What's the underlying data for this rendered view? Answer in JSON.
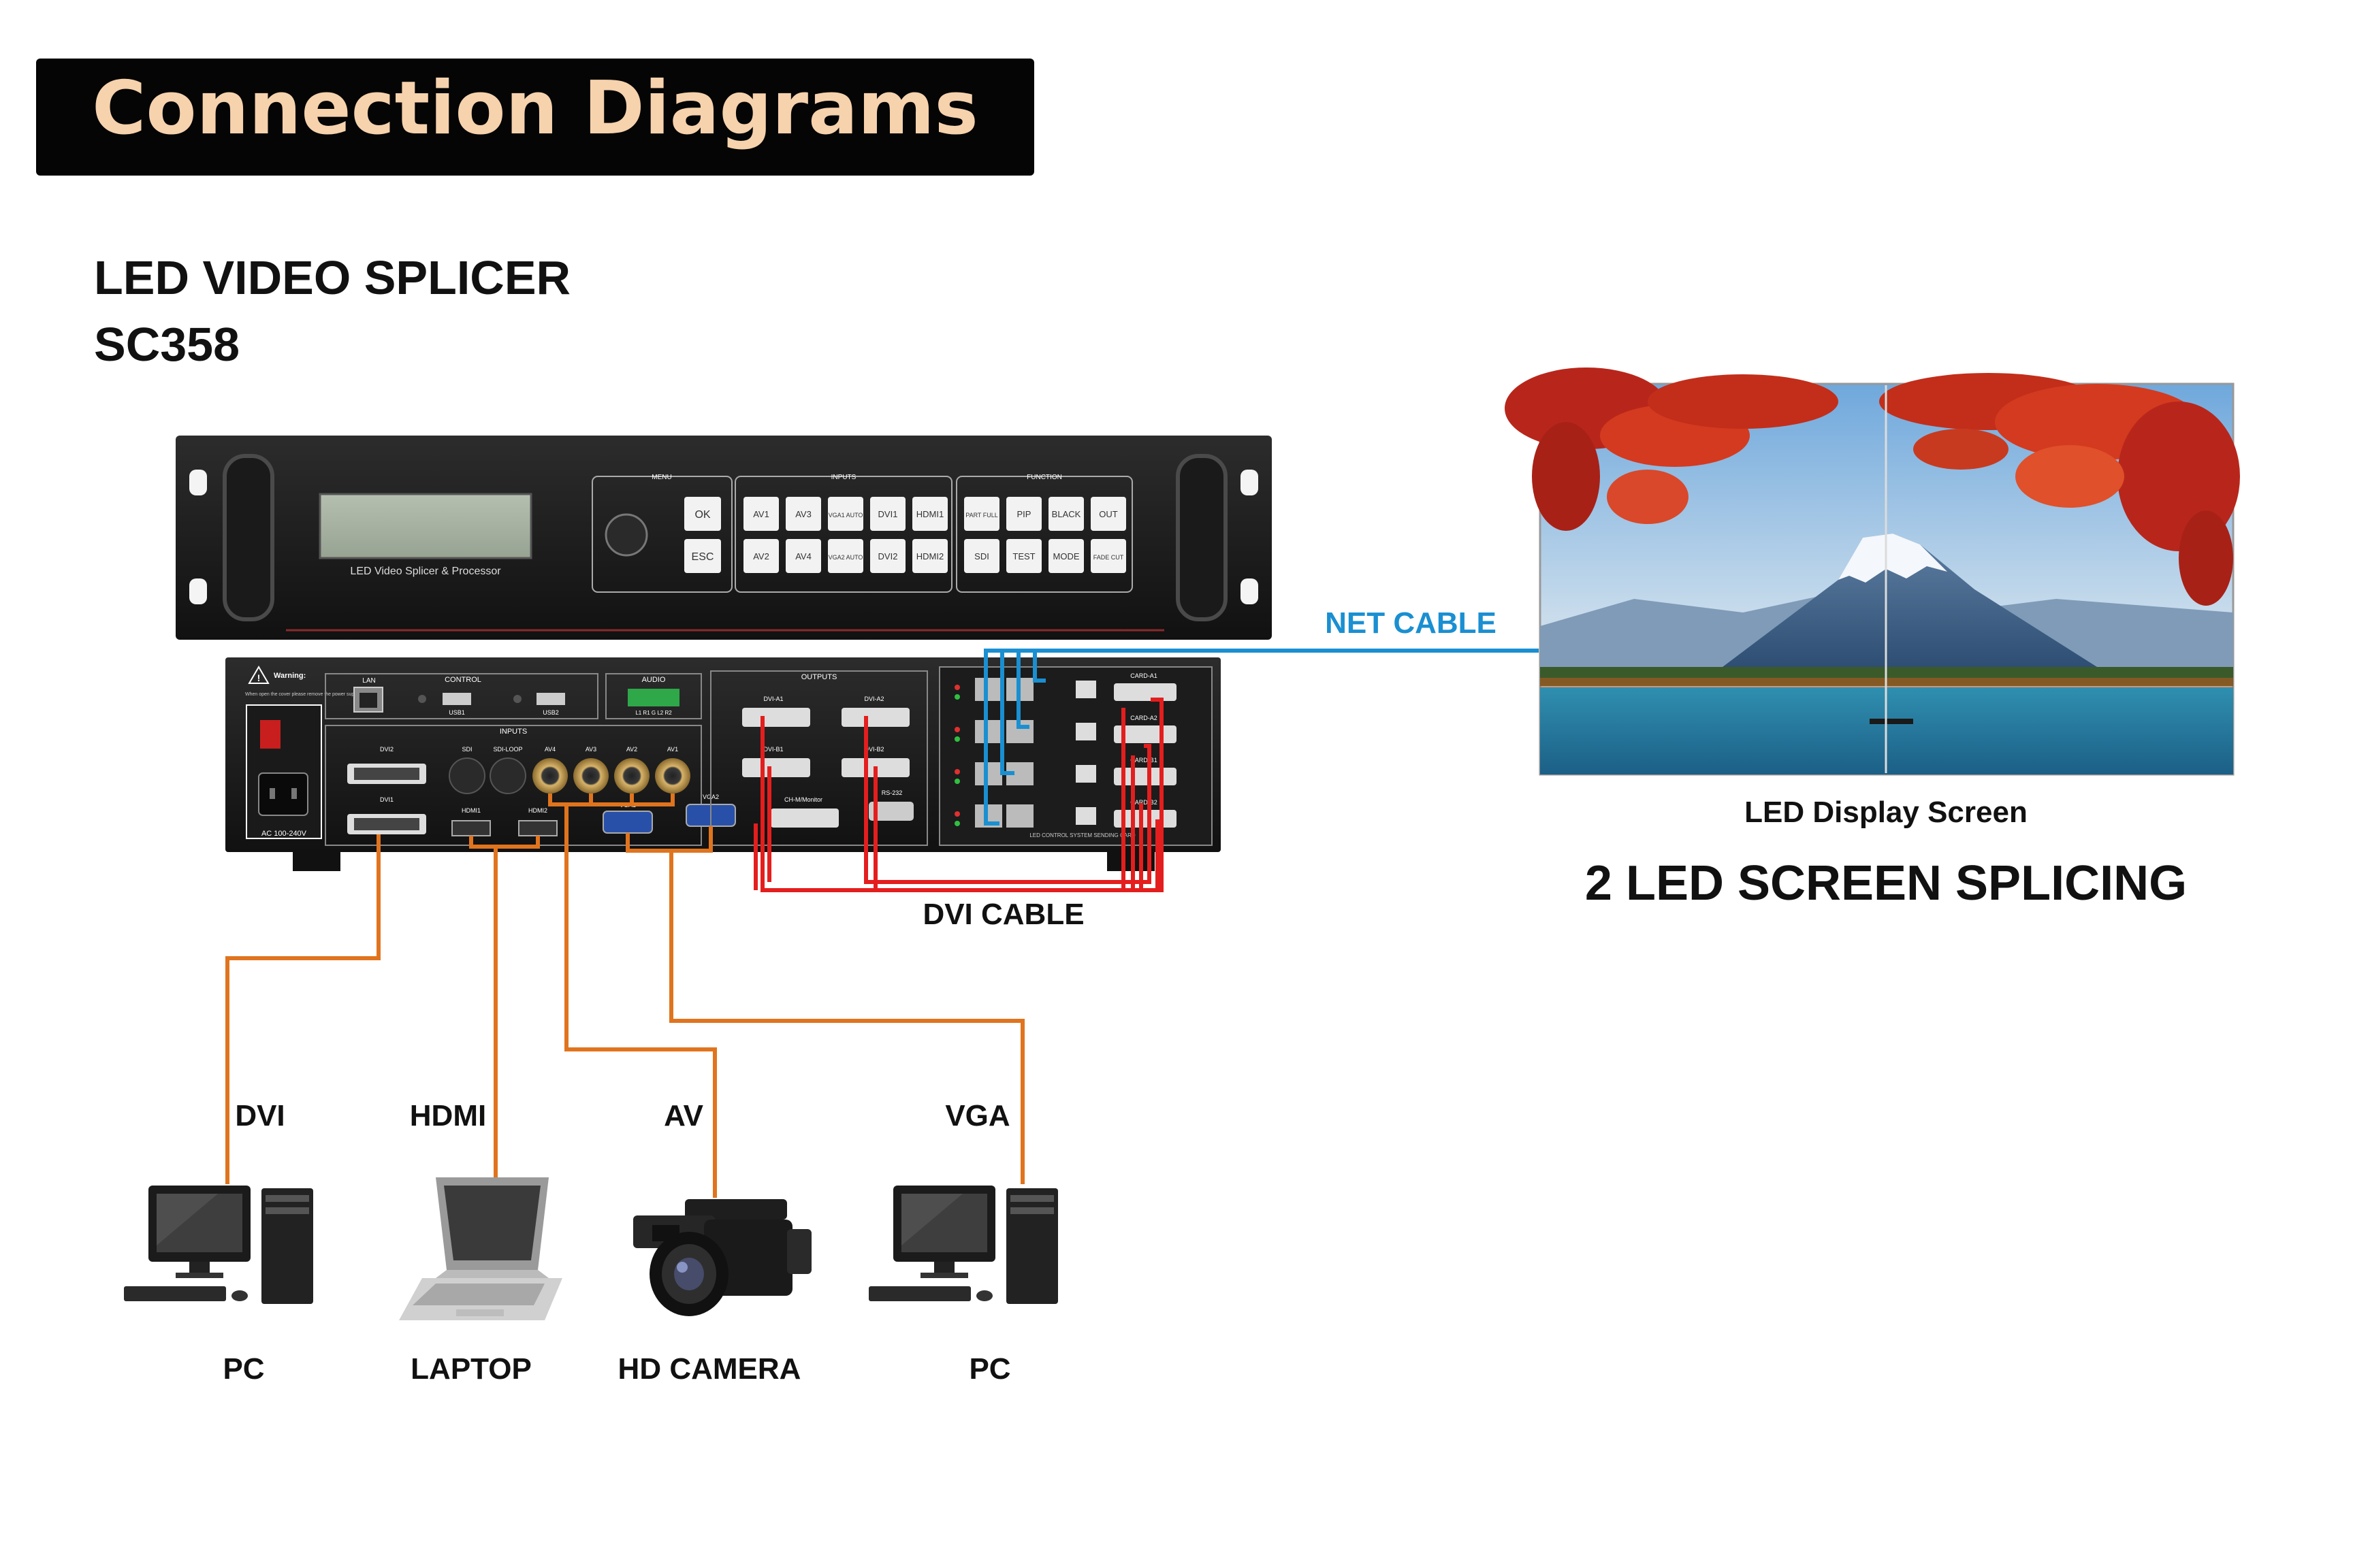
{
  "title": "Connection Diagrams",
  "product": {
    "line1": "LED VIDEO SPLICER",
    "line2": "SC358"
  },
  "front_panel": {
    "lcd_label": "LED Video Splicer & Processor",
    "menu_label": "MENU",
    "inputs_label": "INPUTS",
    "function_label": "FUNCTION",
    "menu_buttons": [
      "OK",
      "ESC"
    ],
    "input_buttons": [
      "AV1",
      "AV3",
      "VGA1 AUTO",
      "DVI1",
      "HDMI1",
      "AV2",
      "AV4",
      "VGA2 AUTO",
      "DVI2",
      "HDMI2"
    ],
    "function_buttons": [
      "PART FULL",
      "PIP",
      "BLACK",
      "OUT",
      "SDI",
      "TEST",
      "MODE",
      "FADE CUT"
    ]
  },
  "rear_panel": {
    "warning": "Warning:",
    "warning_text": "When open the cover please remove the power supply",
    "power_label": "AC 100-240V",
    "lan_label": "LAN",
    "control_label": "CONTROL",
    "usb1_label": "USB1",
    "usb2_label": "USB2",
    "audio_label": "AUDIO",
    "audio_pins": "L1 R1 G L2 R2",
    "inputs_label": "INPUTS",
    "input_ports": [
      "DVI2",
      "SDI",
      "SDI-LOOP",
      "AV4",
      "AV3",
      "AV2",
      "AV1",
      "DVI1",
      "HDMI1",
      "HDMI2",
      "VGA1",
      "VGA2"
    ],
    "outputs_label": "OUTPUTS",
    "output_ports": [
      "DVI-A1",
      "DVI-A2",
      "DVI-B1",
      "DVI-B2",
      "CH-M/Monitor",
      "RS-232"
    ],
    "card_ports": [
      "CARD-A1",
      "CARD-A2",
      "CARD-B1",
      "CARD-B2"
    ],
    "card_footer": "LED CONTROL SYSTEM SENDING CARD"
  },
  "cables": {
    "net": "NET CABLE",
    "dvi": "DVI CABLE"
  },
  "colors": {
    "net_cable": "#1a8fd1",
    "dvi_cable": "#e41e1e",
    "input_cable": "#e0741e",
    "title_text": "#f6d2ad"
  },
  "sources": [
    {
      "cable": "DVI",
      "device": "PC",
      "icon": "desktop-pc-icon"
    },
    {
      "cable": "HDMI",
      "device": "LAPTOP",
      "icon": "laptop-icon"
    },
    {
      "cable": "AV",
      "device": "HD CAMERA",
      "icon": "camcorder-icon"
    },
    {
      "cable": "VGA",
      "device": "PC",
      "icon": "desktop-pc-icon"
    }
  ],
  "screen": {
    "label": "LED Display Screen",
    "caption": "2 LED SCREEN SPLICING"
  }
}
